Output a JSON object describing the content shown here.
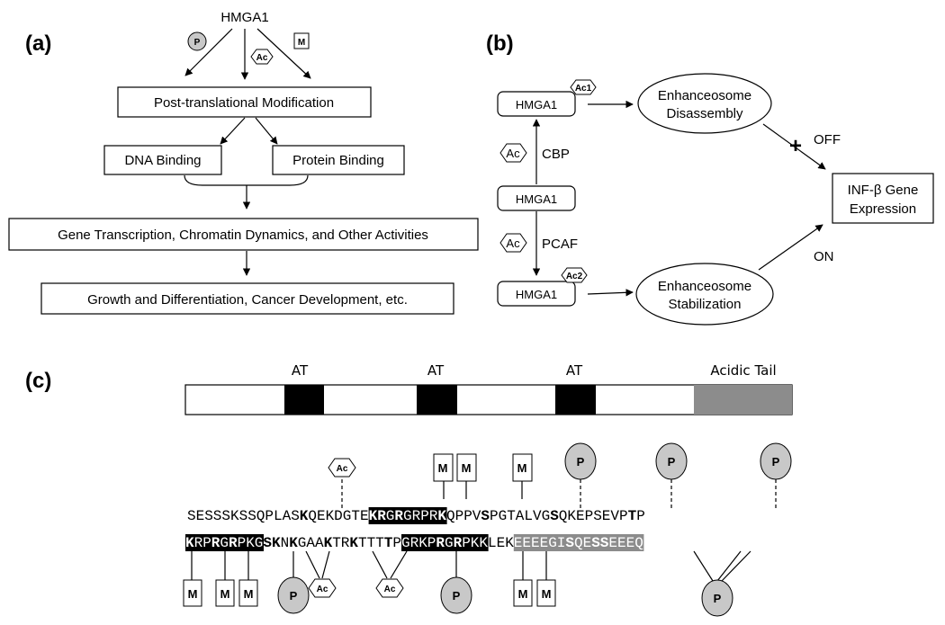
{
  "panel_a": {
    "label": "(a)",
    "top": "HMGA1",
    "mod_p": "P",
    "mod_ac": "Ac",
    "mod_m": "M",
    "ptm": "Post-translational Modification",
    "dna": "DNA Binding",
    "protein": "Protein Binding",
    "gene": "Gene Transcription, Chromatin Dynamics, and Other Activities",
    "growth": "Growth and Differentiation, Cancer Development, etc."
  },
  "panel_b": {
    "label": "(b)",
    "hmga_top": "HMGA1",
    "ac1": "Ac1",
    "hmga_mid": "HMGA1",
    "hmga_bot": "HMGA1",
    "ac2": "Ac2",
    "ac_upper": "Ac",
    "cbp": "CBP",
    "ac_lower": "Ac",
    "pcaf": "PCAF",
    "disassembly_1": "Enhanceosome",
    "disassembly_2": "Disassembly",
    "stabilization_1": "Enhanceosome",
    "stabilization_2": "Stabilization",
    "off": "OFF",
    "on": "ON",
    "gene_1": "INF-β Gene",
    "gene_2": "Expression"
  },
  "panel_c": {
    "label": "(c)",
    "at1": "AT",
    "at2": "AT",
    "at3": "AT",
    "acidic": "Acidic Tail",
    "line1": [
      {
        "t": "SESSSKSSQPLAS",
        "s": "n"
      },
      {
        "t": "K",
        "s": "b"
      },
      {
        "t": "QEKDGTE",
        "s": "n"
      },
      {
        "t": "K",
        "s": "bi"
      },
      {
        "t": "R",
        "s": "bi"
      },
      {
        "t": "G",
        "s": "i"
      },
      {
        "t": "R",
        "s": "bi"
      },
      {
        "t": "GRPR",
        "s": "i"
      },
      {
        "t": "K",
        "s": "bi"
      },
      {
        "t": "QPPV",
        "s": "n"
      },
      {
        "t": "S",
        "s": "b"
      },
      {
        "t": "PGTALVG",
        "s": "n"
      },
      {
        "t": "S",
        "s": "b"
      },
      {
        "t": "QKEPSEVP",
        "s": "n"
      },
      {
        "t": "T",
        "s": "b"
      },
      {
        "t": "P",
        "s": "n"
      }
    ],
    "line2": [
      {
        "t": "K",
        "s": "bi"
      },
      {
        "t": "RP",
        "s": "i"
      },
      {
        "t": "R",
        "s": "bi"
      },
      {
        "t": "G",
        "s": "i"
      },
      {
        "t": "R",
        "s": "bi"
      },
      {
        "t": "PKG",
        "s": "i"
      },
      {
        "t": "S",
        "s": "b"
      },
      {
        "t": "K",
        "s": "b"
      },
      {
        "t": "N",
        "s": "n"
      },
      {
        "t": "K",
        "s": "b"
      },
      {
        "t": "GAA",
        "s": "n"
      },
      {
        "t": "K",
        "s": "b"
      },
      {
        "t": "TR",
        "s": "n"
      },
      {
        "t": "K",
        "s": "b"
      },
      {
        "t": "TTT",
        "s": "n"
      },
      {
        "t": "T",
        "s": "b"
      },
      {
        "t": "P",
        "s": "n"
      },
      {
        "t": "GRKP",
        "s": "i"
      },
      {
        "t": "R",
        "s": "bi"
      },
      {
        "t": "G",
        "s": "i"
      },
      {
        "t": "R",
        "s": "bi"
      },
      {
        "t": "PKK",
        "s": "i"
      },
      {
        "t": "LEK",
        "s": "n"
      },
      {
        "t": "EEEEGI",
        "s": "g"
      },
      {
        "t": "S",
        "s": "gb"
      },
      {
        "t": "QE",
        "s": "g"
      },
      {
        "t": "SS",
        "s": "gb"
      },
      {
        "t": "EEEQ",
        "s": "g"
      }
    ],
    "m": "M",
    "p": "P",
    "ac": "Ac"
  }
}
